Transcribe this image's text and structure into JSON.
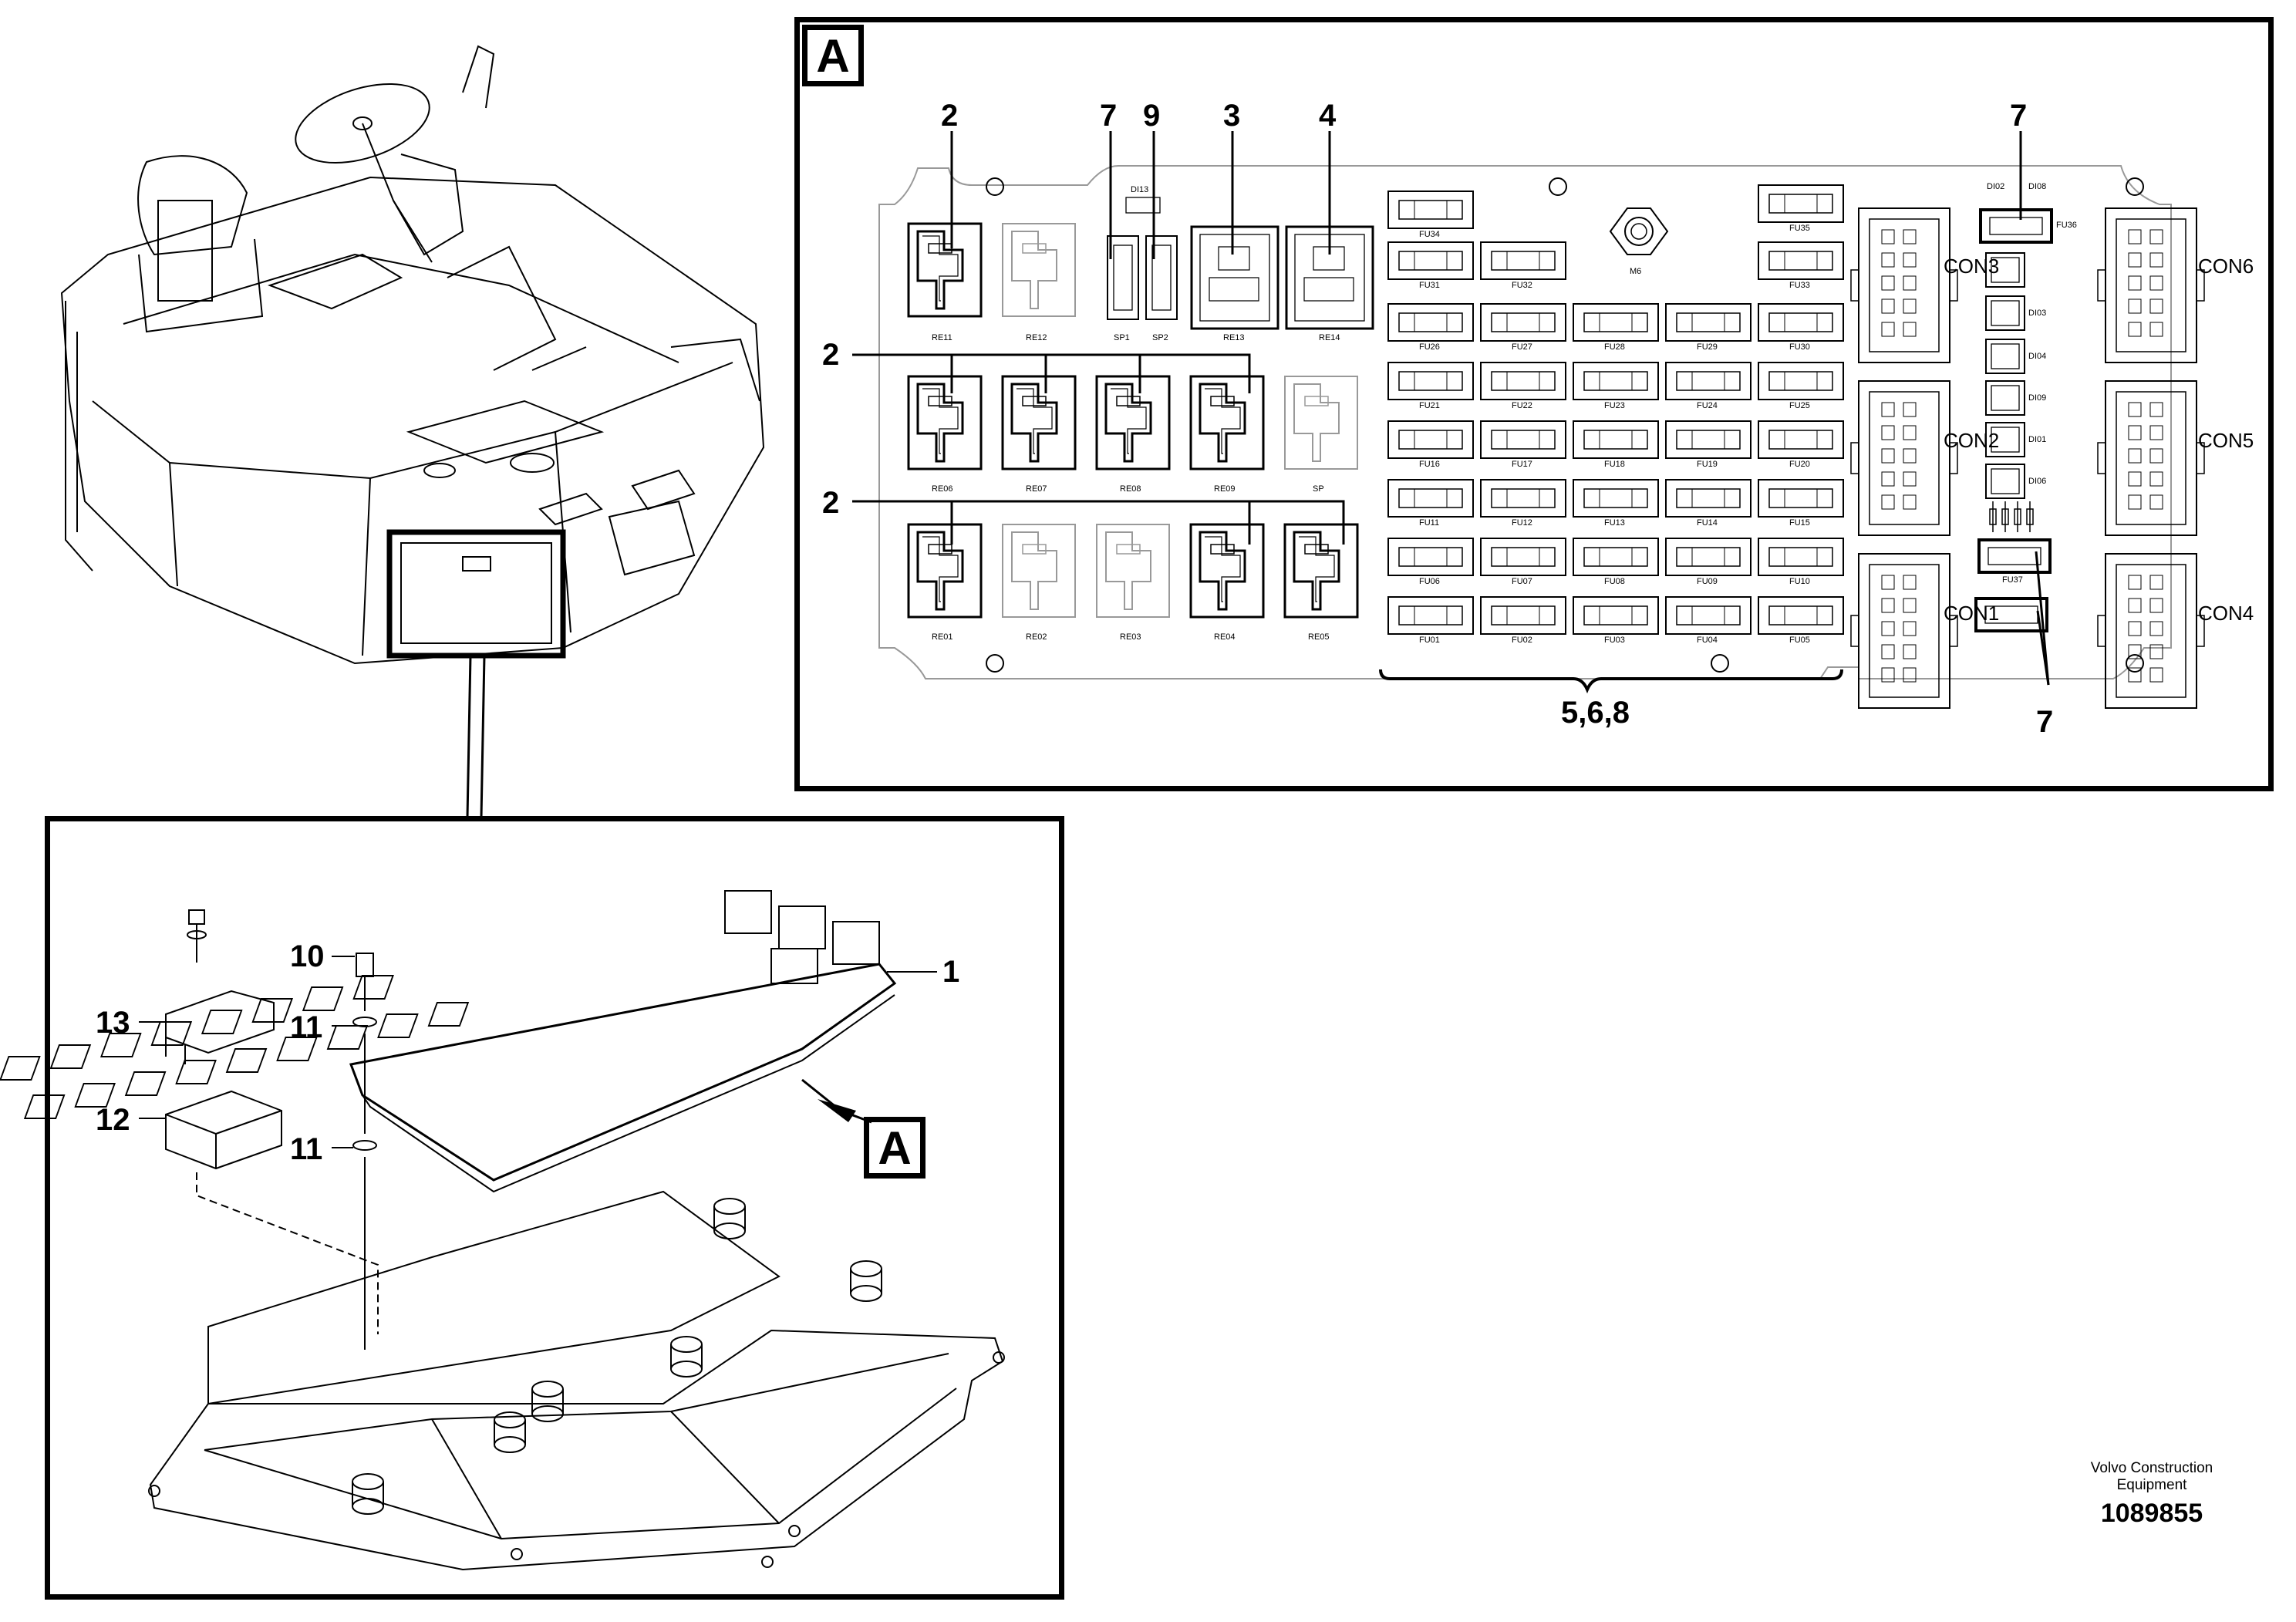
{
  "detail": {
    "badge": "A",
    "callouts_top": [
      "2",
      "7",
      "9",
      "3",
      "4",
      "7"
    ],
    "callouts_left": [
      "2",
      "2"
    ],
    "callout_bottom_group": "5,6,8",
    "callout_bottom_right": "7",
    "relays_row1": [
      "RE11",
      "RE12"
    ],
    "relays_row2": [
      "RE06",
      "RE07",
      "RE08",
      "RE09",
      "SP"
    ],
    "relays_row3": [
      "RE01",
      "RE02",
      "RE03",
      "RE04",
      "RE05"
    ],
    "spare_fuses": [
      "SP1",
      "SP2"
    ],
    "diode_top": "DI13",
    "big_relays": [
      "RE13",
      "RE14"
    ],
    "fuse_rows": [
      [
        "FU34",
        "FU35"
      ],
      [
        "FU31",
        "FU32",
        "FU33"
      ],
      [
        "FU26",
        "FU27",
        "FU28",
        "FU29",
        "FU30"
      ],
      [
        "FU21",
        "FU22",
        "FU23",
        "FU24",
        "FU25"
      ],
      [
        "FU16",
        "FU17",
        "FU18",
        "FU19",
        "FU20"
      ],
      [
        "FU11",
        "FU12",
        "FU13",
        "FU14",
        "FU15"
      ],
      [
        "FU06",
        "FU07",
        "FU08",
        "FU09",
        "FU10"
      ],
      [
        "FU01",
        "FU02",
        "FU03",
        "FU04",
        "FU05"
      ]
    ],
    "m6": "M6",
    "diodes": [
      "DI02",
      "DI08",
      "DI03",
      "DI04",
      "DI09",
      "DI01",
      "DI06"
    ],
    "fu_right": [
      "FU36",
      "FU37"
    ],
    "connectors_left": [
      "CON3",
      "CON2",
      "CON1"
    ],
    "connectors_right": [
      "CON6",
      "CON5",
      "CON4"
    ]
  },
  "exploded": {
    "callouts": {
      "c1": "1",
      "c10": "10",
      "c11a": "11",
      "c11b": "11",
      "c12": "12",
      "c13": "13"
    },
    "badge": "A"
  },
  "credit": {
    "company": "Volvo Construction\nEquipment",
    "number": "1089855"
  }
}
